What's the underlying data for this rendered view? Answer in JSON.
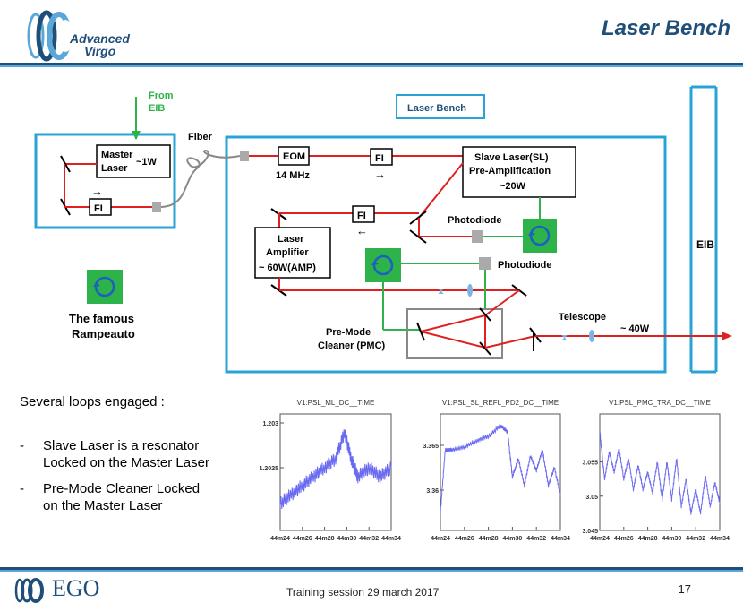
{
  "header": {
    "logo_text_line1": "Advanced",
    "logo_text_line2": "Virgo",
    "title": "Laser Bench"
  },
  "diagram": {
    "from_eib": [
      "From",
      "EIB"
    ],
    "fiber": "Fiber",
    "master_laser": [
      "Master",
      "Laser"
    ],
    "master_power": "~1W",
    "fi": "FI",
    "eom": "EOM",
    "eom_freq": "14 MHz",
    "laser_bench_label": "Laser Bench",
    "slave_laser": [
      "Slave Laser(SL)",
      "Pre-Amplification",
      "~20W"
    ],
    "photodiode": "Photodiode",
    "laser_amplifier": [
      "Laser",
      "Amplifier",
      "~ 60W(AMP)"
    ],
    "pmc": [
      "Pre-Mode",
      "Cleaner (PMC)"
    ],
    "telescope": "Telescope",
    "output_power": "~ 40W",
    "eib": "EIB",
    "rampeauto": [
      "The famous",
      "Rampeauto"
    ]
  },
  "text": {
    "loops": "Several loops engaged :",
    "bullet1": [
      "Slave Laser is a resonator",
      "Locked on the Master Laser"
    ],
    "bullet2": [
      "Pre-Mode Cleaner Locked",
      "on the Master Laser"
    ]
  },
  "chart_data": [
    {
      "type": "line",
      "title": "V1:PSL_ML_DC__TIME",
      "x_ticks": [
        "44m24",
        "44m26",
        "44m28",
        "44m30",
        "44m32",
        "44m34"
      ],
      "y_ticks": [
        "1.203",
        "1.2025"
      ],
      "ylim": [
        1.2018,
        1.2031
      ],
      "series": [
        {
          "x": [
            24,
            25,
            26,
            27,
            28,
            29,
            29.8,
            30.4,
            31,
            32,
            33,
            34
          ],
          "y": [
            1.2021,
            1.2022,
            1.2023,
            1.2024,
            1.2025,
            1.2026,
            1.2029,
            1.2026,
            1.2024,
            1.2025,
            1.2024,
            1.2025
          ]
        }
      ]
    },
    {
      "type": "line",
      "title": "V1:PSL_SL_REFL_PD2_DC__TIME",
      "x_ticks": [
        "44m24",
        "44m26",
        "44m28",
        "44m30",
        "44m32",
        "44m34"
      ],
      "y_ticks": [
        "3.365",
        "3.36"
      ],
      "ylim": [
        3.3555,
        3.3685
      ],
      "series": [
        {
          "x": [
            24,
            24.4,
            25,
            26,
            27,
            28,
            29,
            29.6,
            30,
            30.5,
            31,
            31.5,
            32,
            32.5,
            33,
            33.5,
            34
          ],
          "y": [
            3.3575,
            3.3645,
            3.3645,
            3.3648,
            3.3655,
            3.366,
            3.3672,
            3.3665,
            3.3615,
            3.3635,
            3.3605,
            3.3638,
            3.3622,
            3.3645,
            3.3605,
            3.3625,
            3.3595
          ]
        }
      ]
    },
    {
      "type": "line",
      "title": "V1:PSL_PMC_TRA_DC__TIME",
      "x_ticks": [
        "44m24",
        "44m26",
        "44m28",
        "44m30",
        "44m32",
        "44m34"
      ],
      "y_ticks": [
        "3.055",
        "3.05",
        "3.045"
      ],
      "ylim": [
        3.045,
        3.062
      ],
      "series": [
        {
          "x": [
            24,
            24.4,
            24.8,
            25.2,
            25.6,
            26,
            26.4,
            26.8,
            27.2,
            27.6,
            28,
            28.4,
            28.8,
            29.2,
            29.6,
            30,
            30.4,
            30.8,
            31.2,
            31.6,
            32,
            32.4,
            32.8,
            33.2,
            33.6,
            34
          ],
          "y": [
            3.0595,
            3.0525,
            3.0565,
            3.0535,
            3.057,
            3.0525,
            3.0555,
            3.051,
            3.0545,
            3.051,
            3.0535,
            3.0505,
            3.055,
            3.0495,
            3.055,
            3.0495,
            3.0555,
            3.0485,
            3.0525,
            3.0475,
            3.051,
            3.0475,
            3.053,
            3.0485,
            3.052,
            3.049
          ]
        }
      ]
    }
  ],
  "footer": {
    "org": "EGO",
    "text": "Training session 29 march 2017",
    "page": "17"
  },
  "colors": {
    "brand": "#1f4e79",
    "accent": "#5aa8d8",
    "beam": "#e02020",
    "loop": "#2db34a",
    "frame": "#29a3d6",
    "plot": "#6a6af0"
  }
}
